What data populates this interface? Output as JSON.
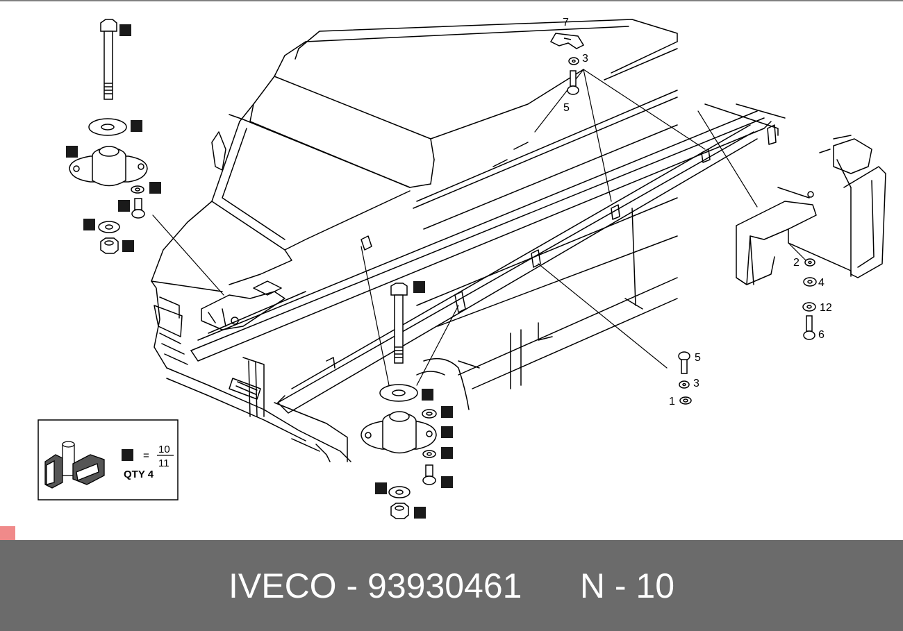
{
  "footer": {
    "brand": "IVECO",
    "separator": " - ",
    "part_number": "93930461",
    "page_label": "N - 10"
  },
  "callouts": {
    "c1": "1",
    "c2": "2",
    "c3a": "3",
    "c3b": "3",
    "c4": "4",
    "c5a": "5",
    "c5b": "5",
    "c6": "6",
    "c7": "7",
    "c12": "12"
  },
  "legend": {
    "qty_text": "QTY 4",
    "fraction_top": "10",
    "fraction_bottom": "11",
    "equals": "="
  },
  "colors": {
    "footer_bg": "#6b6b6b",
    "footer_text": "#ffffff",
    "marker": "#f08a8a",
    "line": "#000000"
  }
}
